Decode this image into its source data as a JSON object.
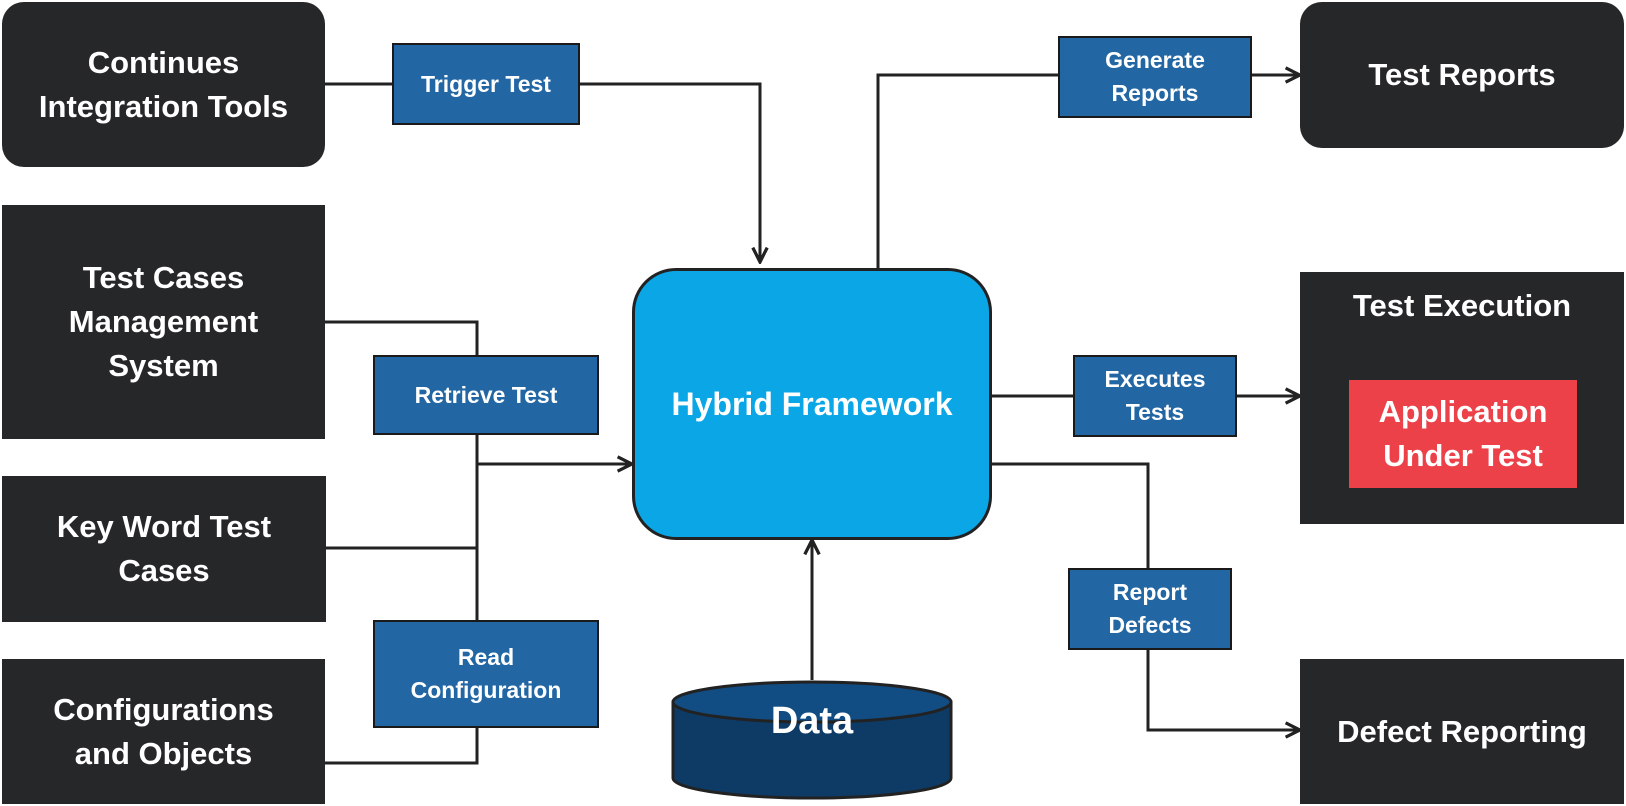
{
  "sources": {
    "ci_tools": "Continues\nIntegration Tools",
    "tcms": "Test Cases\nManagement\nSystem",
    "keyword_cases": "Key Word Test\nCases",
    "config_objects": "Configurations\nand Objects"
  },
  "actions": {
    "trigger_test": "Trigger Test",
    "retrieve_test": "Retrieve Test",
    "read_configuration": "Read\nConfiguration",
    "generate_reports": "Generate\nReports",
    "executes_tests": "Executes\nTests",
    "report_defects": "Report\nDefects"
  },
  "center": {
    "framework": "Hybrid Framework",
    "data": "Data"
  },
  "targets": {
    "test_reports": "Test Reports",
    "test_execution": "Test Execution",
    "application_under_test": "Application\nUnder Test",
    "defect_reporting": "Defect Reporting"
  },
  "colors": {
    "box_dark": "#262729",
    "label_blue": "#2266a3",
    "hub_blue": "#0aa6e6",
    "data_navy": "#0e3b66",
    "aut_red": "#ec4148"
  }
}
